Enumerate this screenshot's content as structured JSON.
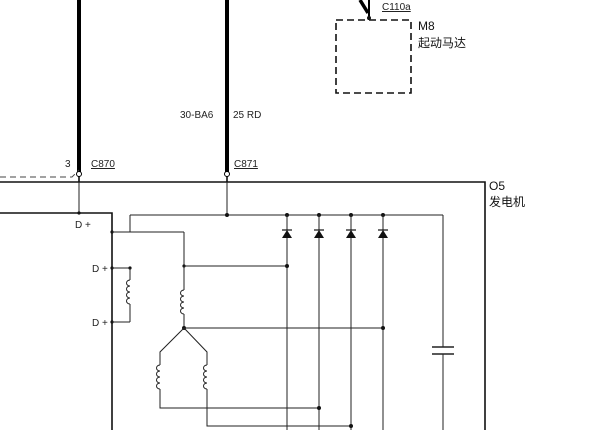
{
  "starter": {
    "connector": "C110a",
    "ref": "M8",
    "name": "起动马达"
  },
  "alternator": {
    "ref": "O5",
    "name": "发电机",
    "terminals": [
      "D +",
      "D +",
      "D +"
    ]
  },
  "wires": {
    "left_pin": "3",
    "left_connector": "C870",
    "right_circuit": "30-BA6",
    "right_wire": "25 RD",
    "right_connector": "C871"
  }
}
